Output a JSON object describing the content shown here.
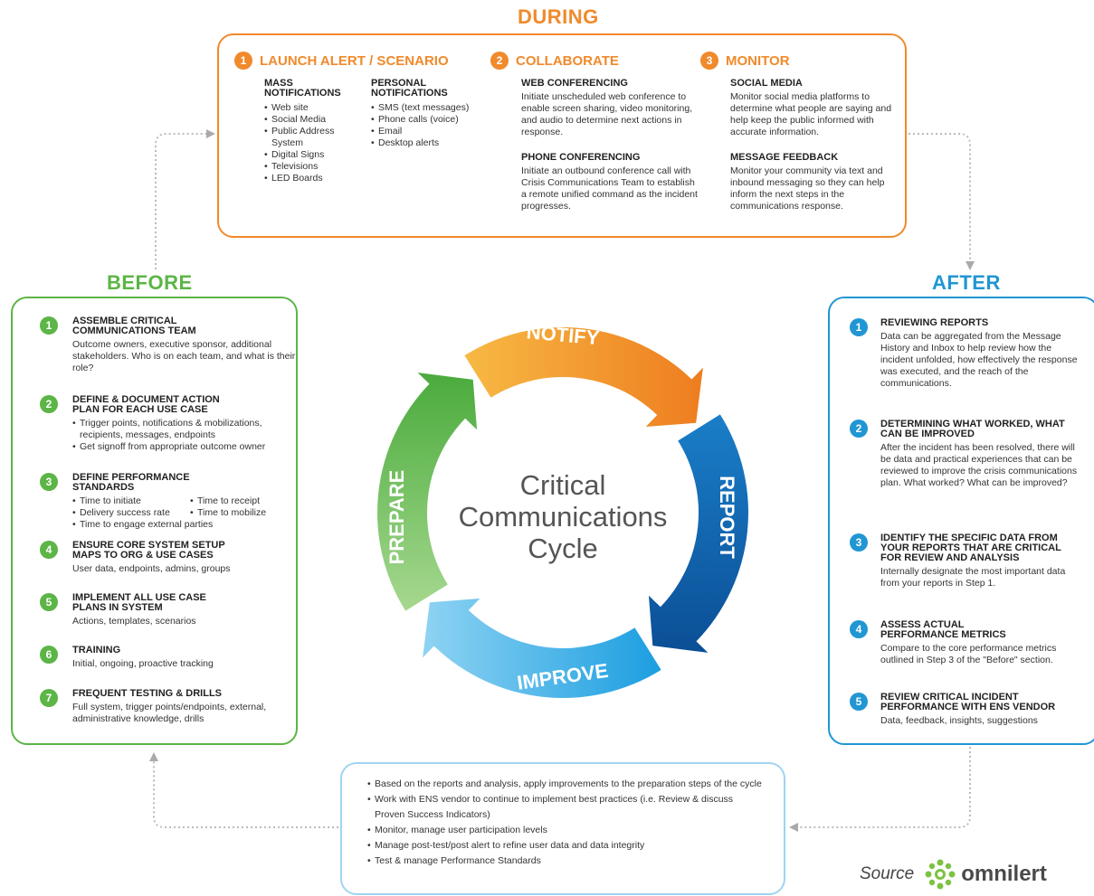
{
  "during": {
    "title": "DURING",
    "col1": {
      "num": "1",
      "title": "LAUNCH ALERT / SCENARIO",
      "mass_title": "MASS NOTIFICATIONS",
      "mass_items": [
        "Web site",
        "Social Media",
        "Public Address System",
        "Digital Signs",
        "Televisions",
        "LED Boards"
      ],
      "personal_title": "PERSONAL NOTIFICATIONS",
      "personal_items": [
        "SMS (text messages)",
        "Phone calls (voice)",
        "Email",
        "Desktop alerts"
      ]
    },
    "col2": {
      "num": "2",
      "title": "COLLABORATE",
      "sub1_title": "WEB CONFERENCING",
      "sub1_body": "Initiate unscheduled web conference to enable screen sharing, video monitoring, and audio to determine next actions in response.",
      "sub2_title": "PHONE CONFERENCING",
      "sub2_body": "Initiate an outbound conference call with Crisis Communications Team to establish a remote unified command as the incident progresses."
    },
    "col3": {
      "num": "3",
      "title": "MONITOR",
      "sub1_title": "SOCIAL MEDIA",
      "sub1_body": "Monitor social media platforms to determine what people are saying and help keep the public informed with accurate information.",
      "sub2_title": "MESSAGE FEEDBACK",
      "sub2_body": "Monitor your community via text and inbound messaging so they can help inform the next steps in the communications response."
    }
  },
  "before": {
    "title": "BEFORE",
    "items": [
      {
        "num": "1",
        "title": "ASSEMBLE CRITICAL COMMUNICATIONS TEAM",
        "body": "Outcome owners, executive sponsor, additional stakeholders. Who is on each team, and what is their role?"
      },
      {
        "num": "2",
        "title": "DEFINE & DOCUMENT ACTION PLAN FOR EACH USE CASE",
        "bullets": [
          "Trigger points, notifications & mobilizations, recipients, messages, endpoints",
          "Get signoff from appropriate outcome owner"
        ]
      },
      {
        "num": "3",
        "title": "DEFINE PERFORMANCE STANDARDS",
        "grid": [
          "Time to initiate",
          "Time to receipt",
          "Delivery success rate",
          "Time to mobilize"
        ],
        "bullet_last": "Time to engage external parties"
      },
      {
        "num": "4",
        "title": "ENSURE CORE SYSTEM SETUP MAPS TO ORG & USE CASES",
        "body": "User data, endpoints, admins, groups"
      },
      {
        "num": "5",
        "title": "IMPLEMENT ALL USE CASE PLANS IN SYSTEM",
        "body": "Actions, templates, scenarios"
      },
      {
        "num": "6",
        "title": "TRAINING",
        "body": "Initial, ongoing, proactive tracking"
      },
      {
        "num": "7",
        "title": "FREQUENT TESTING & DRILLS",
        "body": "Full system, trigger points/endpoints, external, administrative knowledge, drills"
      }
    ]
  },
  "after": {
    "title": "AFTER",
    "items": [
      {
        "num": "1",
        "title": "REVIEWING REPORTS",
        "body": "Data can be aggregated from the Message History and Inbox to help review how the incident unfolded, how effectively the response was executed, and the reach of the communications."
      },
      {
        "num": "2",
        "title": "DETERMINING WHAT WORKED, WHAT CAN BE IMPROVED",
        "body": "After the incident has been resolved, there will be data and practical experiences that can be reviewed to improve the crisis communications plan. What worked? What can be improved?"
      },
      {
        "num": "3",
        "title": "IDENTIFY THE SPECIFIC DATA FROM YOUR REPORTS THAT ARE CRITICAL FOR REVIEW AND ANALYSIS",
        "body": "Internally designate the most important data from your reports in Step 1."
      },
      {
        "num": "4",
        "title": "ASSESS ACTUAL PERFORMANCE METRICS",
        "body": "Compare to the core performance metrics outlined in Step 3 of the \"Before\" section."
      },
      {
        "num": "5",
        "title": "REVIEW CRITICAL INCIDENT PERFORMANCE WITH ENS VENDOR",
        "body": "Data, feedback, insights, suggestions"
      }
    ]
  },
  "bottom": {
    "bullets": [
      "Based on the reports and analysis, apply improvements to the preparation steps of the cycle",
      "Work with ENS vendor to continue to implement best practices (i.e. Review & discuss Proven Success Indicators)",
      "Monitor, manage user participation levels",
      "Manage post-test/post alert to refine user data and data integrity",
      "Test & manage Performance Standards"
    ]
  },
  "cycle": {
    "center_lines": [
      "Critical",
      "Communications",
      "Cycle"
    ],
    "notify": "NOTIFY",
    "report": "REPORT",
    "improve": "IMPROVE",
    "prepare": "PREPARE"
  },
  "source": {
    "label": "Source",
    "brand": "omnilert"
  },
  "colors": {
    "orange": "#f08a2c",
    "green": "#5cb546",
    "blue": "#2196d3",
    "light_blue": "#9fd5f0"
  }
}
